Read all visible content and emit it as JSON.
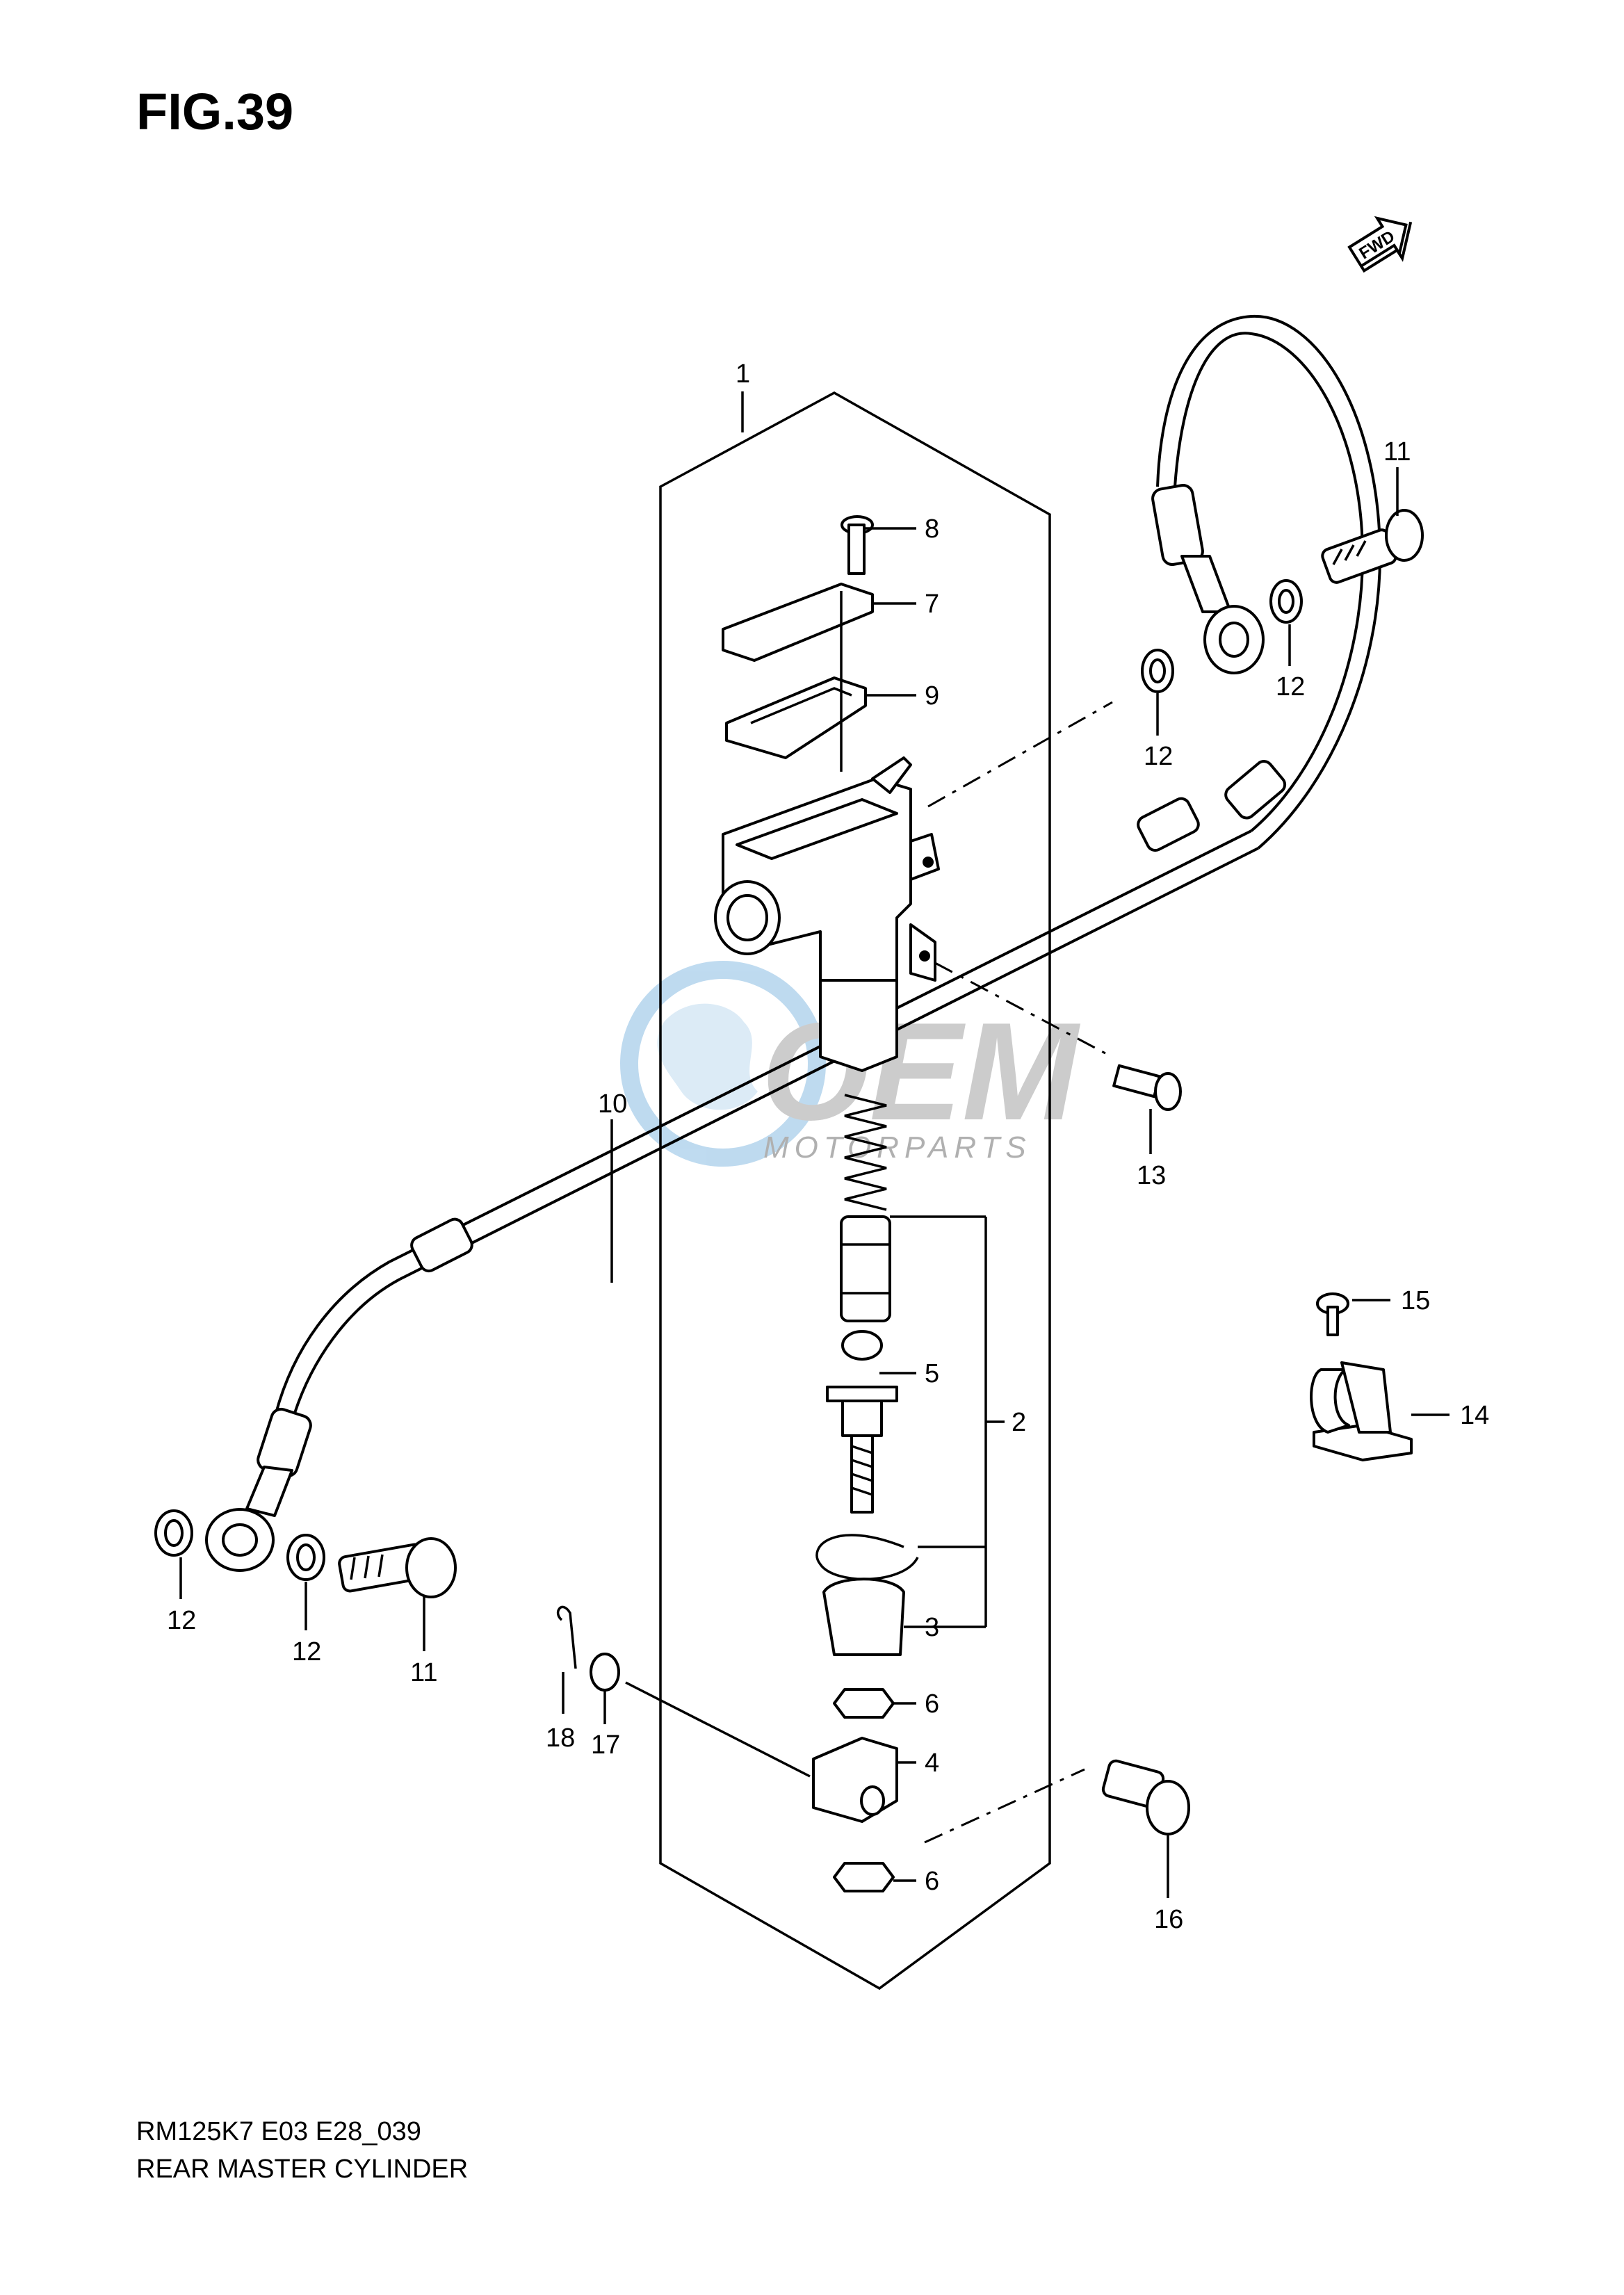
{
  "figure": {
    "title": "FIG.39",
    "fwd_label": "FWD"
  },
  "watermark": {
    "brand": "OEM",
    "sub": "MOTORPARTS"
  },
  "callouts": [
    "1",
    "2",
    "3",
    "4",
    "5",
    "6",
    "6",
    "7",
    "8",
    "9",
    "10",
    "11",
    "11",
    "12",
    "12",
    "12",
    "12",
    "13",
    "14",
    "15",
    "16",
    "17",
    "18"
  ],
  "footer": {
    "model_code": "RM125K7 E03 E28_039",
    "title": "REAR MASTER CYLINDER"
  },
  "colors": {
    "ink": "#000000",
    "watermark": "#b8d7ee",
    "watermark_text": "#9a9a9a"
  }
}
